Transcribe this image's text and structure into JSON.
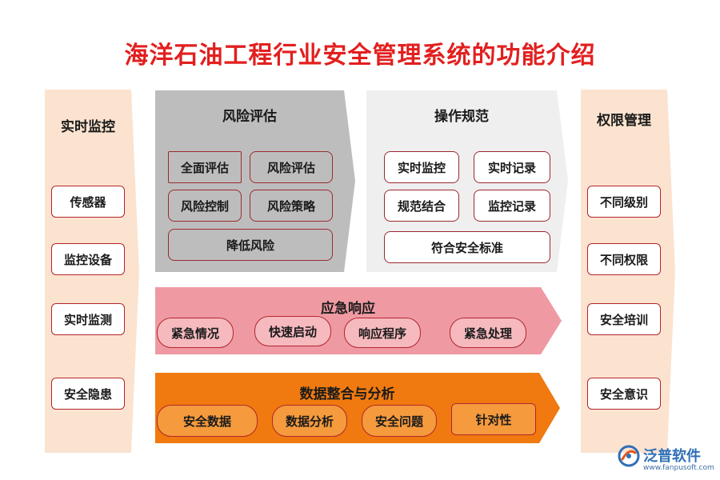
{
  "title": "海洋石油工程行业安全管理系统的功能介绍",
  "left": {
    "title": "实时监控",
    "items": [
      "传感器",
      "监控设备",
      "实时监测",
      "安全隐患"
    ]
  },
  "right": {
    "title": "权限管理",
    "items": [
      "不同级别",
      "不同权限",
      "安全培训",
      "安全意识"
    ]
  },
  "risk": {
    "title": "风险评估",
    "items": [
      "全面评估",
      "风险评估",
      "风险控制",
      "风险策略",
      "降低风险"
    ]
  },
  "ops": {
    "title": "操作规范",
    "items": [
      "实时监控",
      "实时记录",
      "规范结合",
      "监控记录",
      "符合安全标准"
    ]
  },
  "emergency": {
    "title": "应急响应",
    "items": [
      "紧急情况",
      "快速启动",
      "响应程序",
      "紧急处理"
    ]
  },
  "data_analysis": {
    "title": "数据整合与分析",
    "items": [
      "安全数据",
      "数据分析",
      "安全问题",
      "针对性"
    ]
  },
  "logo": {
    "name": "泛普软件",
    "url": "www.fanpusoft.com"
  },
  "colors": {
    "title": "#e21f1f",
    "side_bg": "#fbe3d0",
    "risk_bg": "#bdbdbd",
    "ops_bg": "#efefef",
    "emergency_bg": "#ef9aa3",
    "data_bg": "#f07a0f",
    "chip_border": "#b3262b",
    "logo": "#2f6fb6"
  }
}
